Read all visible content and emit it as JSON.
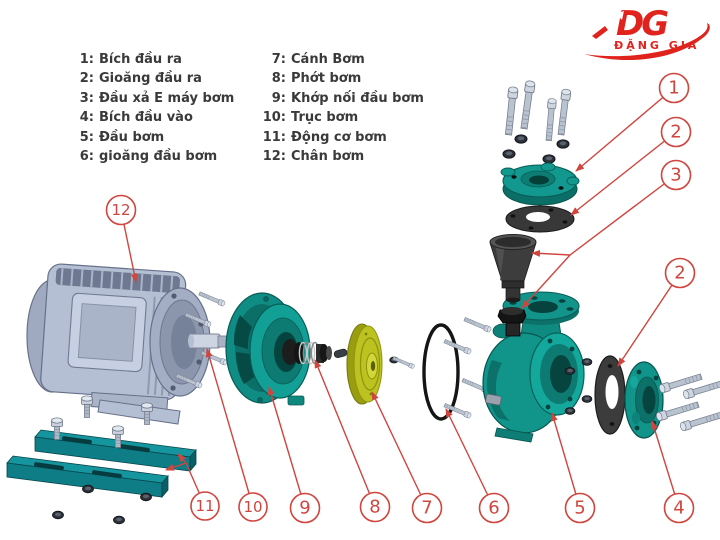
{
  "legend": {
    "left": [
      {
        "n": "1:",
        "t": "Bích đầu ra"
      },
      {
        "n": "2:",
        "t": "Gioăng đầu ra"
      },
      {
        "n": "3:",
        "t": "Đầu xả E máy bơm"
      },
      {
        "n": "4:",
        "t": "Bích đầu vào"
      },
      {
        "n": "5:",
        "t": "Đầu bơm"
      },
      {
        "n": "6:",
        "t": "gioăng đầu bơm"
      }
    ],
    "right": [
      {
        "n": "7:",
        "t": "Cánh Bơm"
      },
      {
        "n": "8:",
        "t": "Phớt bơm"
      },
      {
        "n": "9:",
        "t": "Khớp nối đầu bơm"
      },
      {
        "n": "10:",
        "t": "Trục bơm"
      },
      {
        "n": "11:",
        "t": "Động cơ bơm"
      },
      {
        "n": "12:",
        "t": "Chân bơm"
      }
    ]
  },
  "logo": {
    "mark": "DG",
    "name": "ĐẶNG GIA",
    "color": "#e1231e"
  },
  "callouts": {
    "c1": "1",
    "c2": "2",
    "c3": "3",
    "c2b": "2",
    "c4": "4",
    "c5": "5",
    "c6": "6",
    "c7": "7",
    "c8": "8",
    "c9": "9",
    "c10": "10",
    "c11": "11",
    "c12": "12"
  },
  "colors": {
    "callout_red": "#d0453e",
    "logo_red": "#e1231e",
    "pump_teal": "#12948a",
    "impeller_yellow": "#b9bf1f",
    "motor_gray": "#b4bfd3",
    "dark_part": "#383838",
    "legend_text": "#3a3a3a"
  }
}
